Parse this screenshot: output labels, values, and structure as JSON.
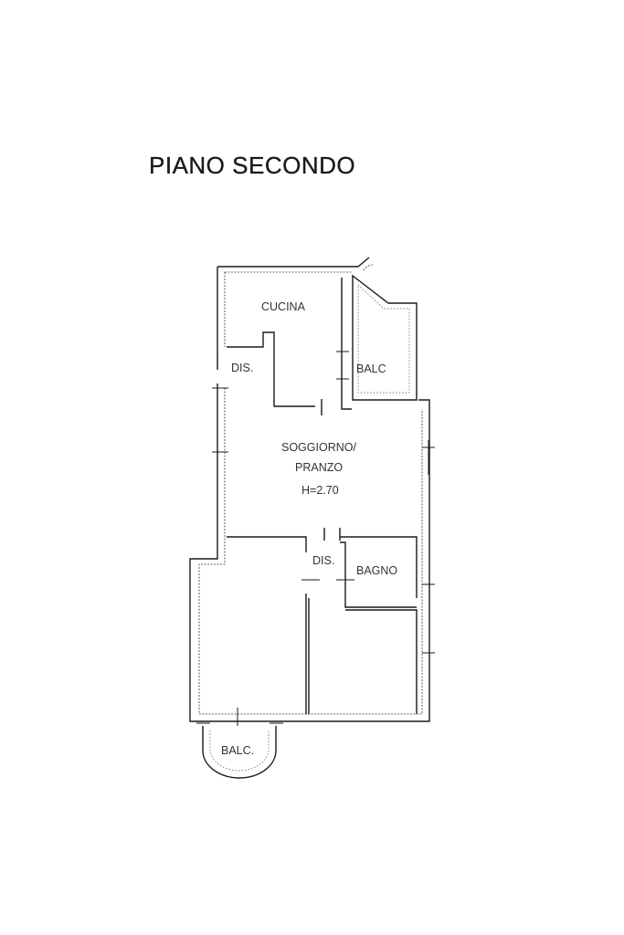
{
  "title": "PIANO SECONDO",
  "rooms": {
    "cucina": "CUCINA",
    "dis_upper": "DIS.",
    "balc_upper": "BALC",
    "soggiorno_line1": "SOGGIORNO/",
    "soggiorno_line2": "PRANZO",
    "height": "H=2.70",
    "dis_lower": "DIS.",
    "bagno": "BAGNO",
    "balc_lower": "BALC."
  }
}
